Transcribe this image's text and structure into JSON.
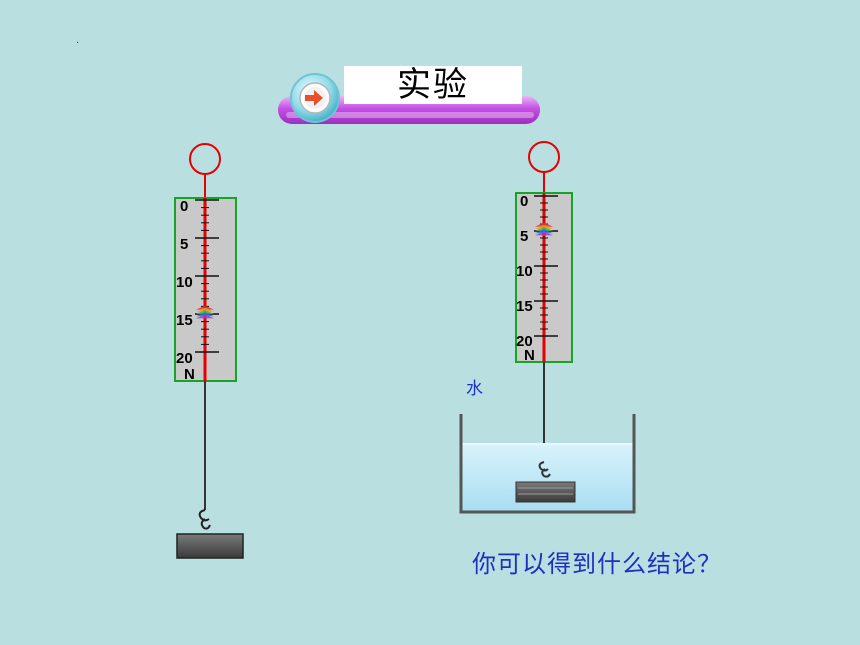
{
  "title": "实验",
  "water_label": "水",
  "question": "你可以得到什么结论？",
  "dot": ".",
  "scale_left": {
    "labels": [
      "0",
      "5",
      "10",
      "15",
      "20"
    ],
    "unit": "N",
    "reading": 15
  },
  "scale_right": {
    "labels": [
      "0",
      "5",
      "10",
      "15",
      "20"
    ],
    "unit": "N",
    "reading": 5
  },
  "colors": {
    "background": "#badfe0",
    "banner_bar": "#c64ee6",
    "spring_line": "#e60000",
    "scale_frame": "#17a326",
    "scale_face": "#c9c9c9",
    "water": "#bfe8f6",
    "question_text": "#1f2fc2"
  },
  "icons": [
    "arrow-button-icon",
    "hook-icon",
    "ring-icon"
  ]
}
